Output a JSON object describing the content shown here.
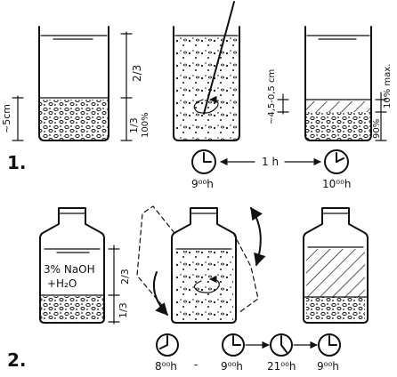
{
  "row1": {
    "step": "1.",
    "left_labels": {
      "height": "~5cm",
      "two_thirds": "2/3",
      "one_third": "1/3",
      "percent": "100%"
    },
    "right_labels": {
      "thickness": "~4,5-0,5 cm",
      "ten_pct": "10% max.",
      "ninety_pct": "90%"
    },
    "clocks": {
      "start": "9⁰⁰h",
      "interval": "1 h",
      "end": "10⁰⁰h"
    }
  },
  "row2": {
    "step": "2.",
    "bottle1": {
      "line1": "3% NaOH",
      "line2": "+H₂O",
      "two_thirds": "2/3",
      "one_third": "1/3"
    },
    "clocks": {
      "t1": "8⁰⁰h",
      "dash": "-",
      "t2": "9⁰⁰h",
      "t3": "21⁰⁰h",
      "t4": "9⁰⁰h"
    }
  }
}
